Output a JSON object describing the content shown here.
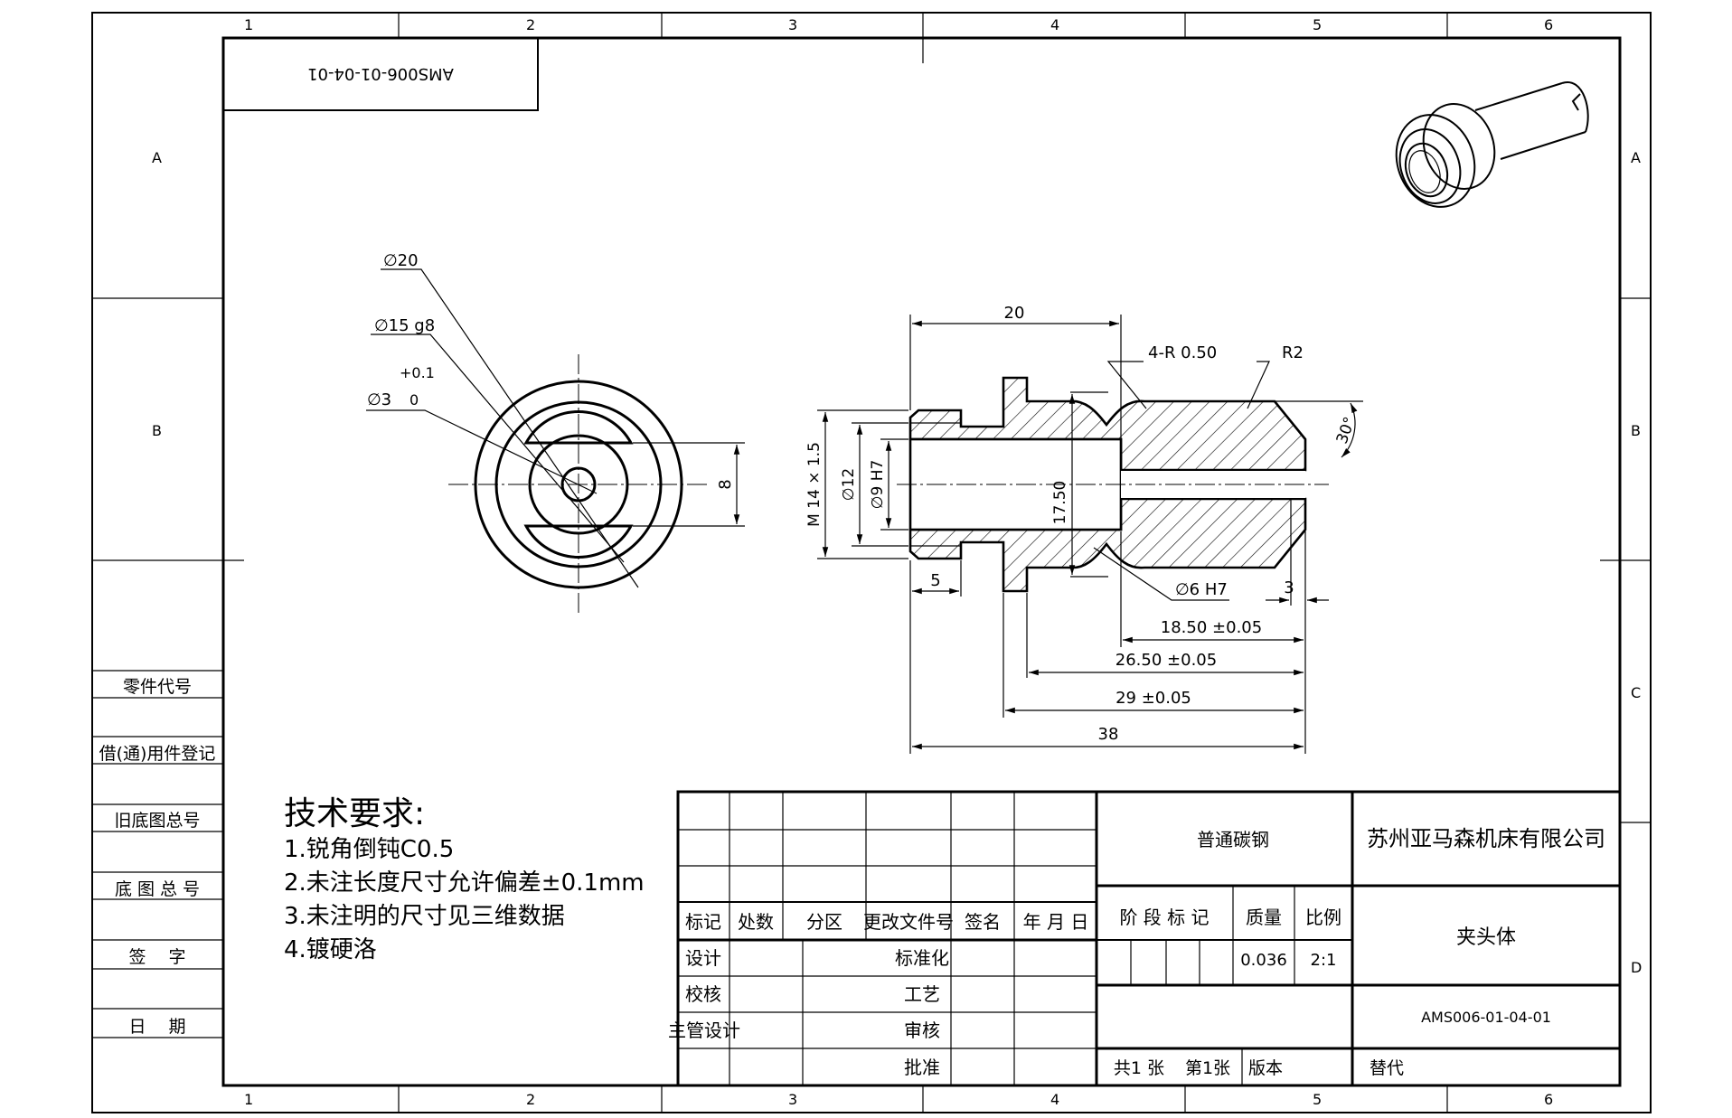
{
  "frame": {
    "col_numbers": [
      "1",
      "2",
      "3",
      "4",
      "5",
      "6"
    ],
    "row_letters": [
      "A",
      "B",
      "C",
      "D"
    ]
  },
  "drawing_number_inverted": "AMS006-01-04-01",
  "left_strip": {
    "labels": [
      "零件代号",
      "借(通)用件登记",
      "旧底图总号",
      "底 图 总 号",
      "签　 字",
      "日　 期"
    ]
  },
  "dimensions": {
    "dia20": "∅20",
    "dia15": "∅15 g8",
    "tol": "+0.1",
    "dia3": "∅3",
    "tol_low": "0",
    "slot": "8",
    "len20": "20",
    "r050": "4-R 0.50",
    "r2": "R2",
    "angle": "30°",
    "thread": "M 14 × 1.5",
    "dia12": "∅12",
    "dia9": "∅9 H7",
    "d1750": "17.50",
    "len5": "5",
    "dia6": "∅6 H7",
    "len3": "3",
    "d1850": "18.50 ±0.05",
    "d2650": "26.50 ±0.05",
    "d29": "29 ±0.05",
    "d38": "38"
  },
  "tech": {
    "title": "技术要求:",
    "items": [
      "1.锐角倒钝C0.5",
      "2.未注长度尺寸允许偏差±0.1mm",
      "3.未注明的尺寸见三维数据",
      "4.镀硬洛"
    ]
  },
  "title_block": {
    "headers": [
      "标记",
      "处数",
      "分区",
      "更改文件号",
      "签名",
      "年 月 日"
    ],
    "roles": [
      "设计",
      "校核",
      "主管设计"
    ],
    "roles2": [
      "标准化",
      "工艺",
      "审核",
      "批准"
    ],
    "material": "普通碳钢",
    "company": "苏州亚马森机床有限公司",
    "stage_label": "阶 段 标 记",
    "mass_label": "质量",
    "scale_label": "比例",
    "mass": "0.036",
    "scale": "2:1",
    "part_name": "夹头体",
    "drawing_no": "AMS006-01-04-01",
    "sheets_total": "共1 张",
    "sheet_no": "第1张",
    "version": "版本",
    "replace": "替代"
  }
}
